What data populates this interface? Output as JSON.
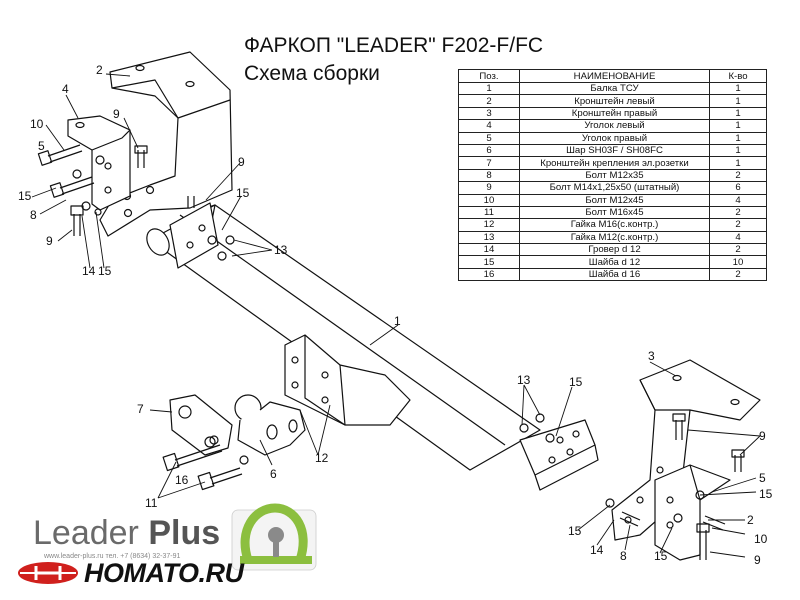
{
  "title": "ФАРКОП \"LEADER\" F202-F/FC",
  "subtitle": "Схема сборки",
  "table": {
    "headers": {
      "pos": "Поз.",
      "name": "НАИМЕНОВАНИЕ",
      "qty": "К-во"
    },
    "rows": [
      {
        "pos": "1",
        "name": "Балка ТСУ",
        "qty": "1"
      },
      {
        "pos": "2",
        "name": "Кронштейн левый",
        "qty": "1"
      },
      {
        "pos": "3",
        "name": "Кронштейн правый",
        "qty": "1"
      },
      {
        "pos": "4",
        "name": "Уголок левый",
        "qty": "1"
      },
      {
        "pos": "5",
        "name": "Уголок правый",
        "qty": "1"
      },
      {
        "pos": "6",
        "name": "Шар SH03F / SH08FC",
        "qty": "1"
      },
      {
        "pos": "7",
        "name": "Кронштейн крепления эл.розетки",
        "qty": "1"
      },
      {
        "pos": "8",
        "name": "Болт М12х35",
        "qty": "2"
      },
      {
        "pos": "9",
        "name": "Болт М14х1,25х50 (штатный)",
        "qty": "6"
      },
      {
        "pos": "10",
        "name": "Болт М12х45",
        "qty": "4"
      },
      {
        "pos": "11",
        "name": "Болт М16х45",
        "qty": "2"
      },
      {
        "pos": "12",
        "name": "Гайка  М16(с.контр.)",
        "qty": "2"
      },
      {
        "pos": "13",
        "name": "Гайка М12(с.контр.)",
        "qty": "4"
      },
      {
        "pos": "14",
        "name": "Гровер d 12",
        "qty": "2"
      },
      {
        "pos": "15",
        "name": "Шайба d 12",
        "qty": "10"
      },
      {
        "pos": "16",
        "name": "Шайба d 16",
        "qty": "2"
      }
    ]
  },
  "callouts": [
    "1",
    "2",
    "3",
    "4",
    "5",
    "6",
    "7",
    "8",
    "9",
    "10",
    "11",
    "12",
    "13",
    "14",
    "15",
    "16"
  ],
  "brand": {
    "leader": "Leader",
    "plus": "Plus",
    "contacts": "www.leader-plus.ru   тел. +7 (8634) 32-37-91",
    "site": "HOMATO.RU"
  },
  "colors": {
    "line": "#111111",
    "logo_green": "#8cbf3f",
    "logo_gray": "#8a8a8a",
    "logo_red": "#d0201d"
  }
}
